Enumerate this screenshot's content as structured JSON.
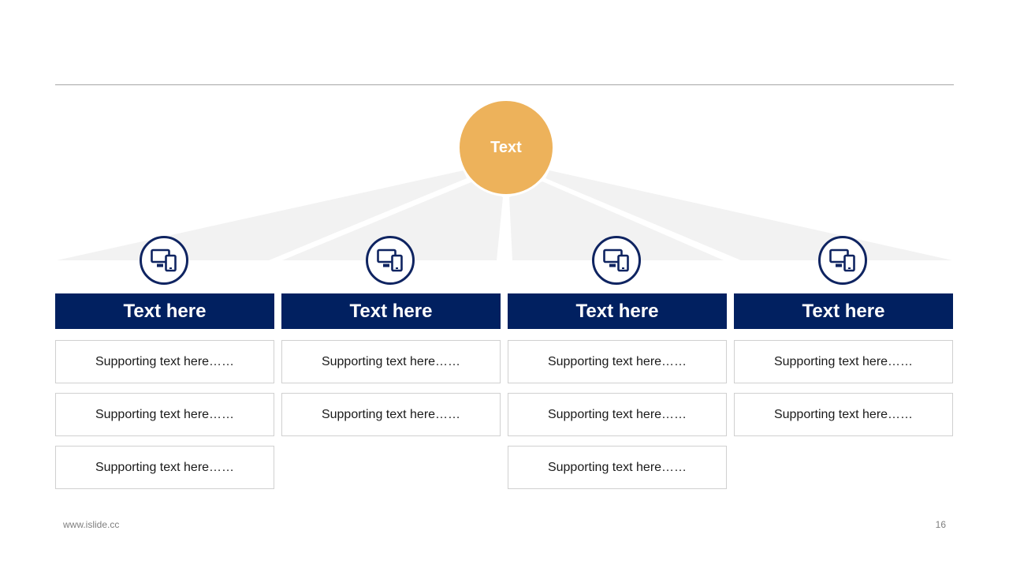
{
  "hub": {
    "label": "Text"
  },
  "columns": [
    {
      "title": "Text here",
      "items": [
        "Supporting text here……",
        "Supporting text here……",
        "Supporting text here……"
      ]
    },
    {
      "title": "Text here",
      "items": [
        "Supporting text here……",
        "Supporting text here……"
      ]
    },
    {
      "title": "Text here",
      "items": [
        "Supporting text here……",
        "Supporting text here……",
        "Supporting text here……"
      ]
    },
    {
      "title": "Text here",
      "items": [
        "Supporting text here……",
        "Supporting text here……"
      ]
    }
  ],
  "icons": {
    "column_icon": "devices-icon"
  },
  "colors": {
    "navy": "#012060",
    "hub_orange": "#edb25b",
    "fan_gray": "#f2f2f2"
  },
  "footer": {
    "website": "www.islide.cc",
    "page_number": "16"
  }
}
